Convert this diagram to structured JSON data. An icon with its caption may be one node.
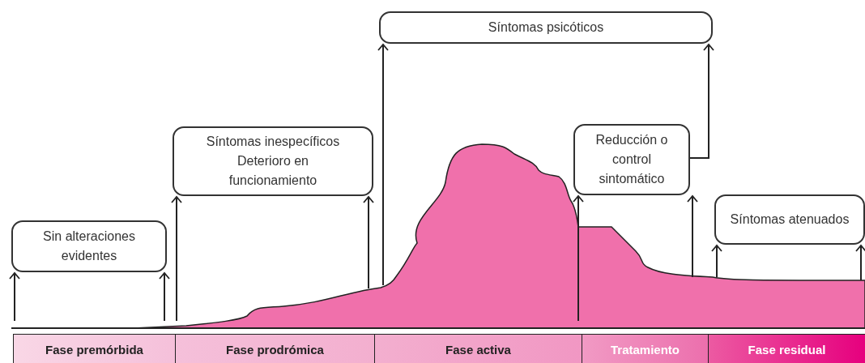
{
  "diagram": {
    "nodes": [
      {
        "text": [
          "Sin alteraciones evidentes"
        ]
      },
      {
        "text": [
          "Síntomas inespecíficos",
          "Deterioro en funcionamiento"
        ]
      },
      {
        "text": [
          "Síntomas psicóticos"
        ]
      },
      {
        "text": [
          "Reducción o control sintomático"
        ]
      },
      {
        "text": [
          "Síntomas atenuados"
        ]
      },
      {
        "text": [
          "Fase premórbida"
        ]
      },
      {
        "text": [
          "Fase prodrómica"
        ]
      },
      {
        "text": [
          "Fase activa"
        ]
      },
      {
        "text": [
          "Tratamiento"
        ]
      },
      {
        "text": [
          "Fase residual"
        ]
      }
    ],
    "edges": [
      {
        "from": null,
        "to": 0,
        "arrow": "to"
      },
      {
        "from": null,
        "to": 0,
        "arrow": "to"
      },
      {
        "from": null,
        "to": 1,
        "arrow": "to"
      },
      {
        "from": null,
        "to": 1,
        "arrow": "to"
      },
      {
        "from": null,
        "to": 2,
        "arrow": "to"
      },
      {
        "from": 3,
        "to": 2,
        "arrow": "to"
      },
      {
        "from": null,
        "to": 3,
        "arrow": "to"
      },
      {
        "from": null,
        "to": 3,
        "arrow": "to"
      },
      {
        "from": null,
        "to": 4,
        "arrow": "to"
      },
      {
        "from": null,
        "to": 4,
        "arrow": "to"
      }
    ]
  }
}
